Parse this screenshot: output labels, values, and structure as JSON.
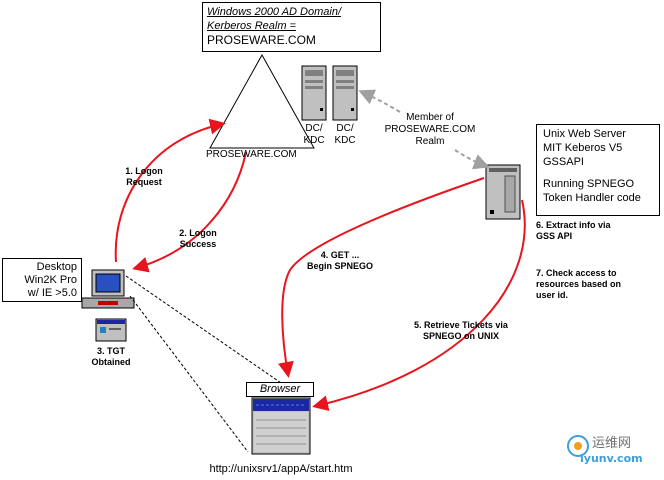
{
  "domain_box": {
    "line1": "Windows 2000 AD Domain/",
    "line2": "Kerberos Realm =",
    "line3": "PROSEWARE.COM"
  },
  "triangle_label": "PROSEWARE.COM",
  "dc1": {
    "line1": "DC/",
    "line2": "KDC"
  },
  "dc2": {
    "line1": "DC/",
    "line2": "KDC"
  },
  "member_label": {
    "line1": "Member of",
    "line2": "PROSEWARE.COM",
    "line3": "Realm"
  },
  "unix_box": {
    "line1": "Unix Web Server",
    "line2": "MIT Keberos V5",
    "line3": "GSSAPI",
    "line4": "Running SPNEGO",
    "line5": "Token Handler code"
  },
  "desktop_box": {
    "line1": "Desktop",
    "line2": "Win2K Pro",
    "line3": "w/ IE >5.0"
  },
  "steps": {
    "s1": {
      "line1": "1. Logon",
      "line2": "Request"
    },
    "s2": {
      "line1": "2. Logon",
      "line2": "Success"
    },
    "s3": {
      "line1": "3. TGT",
      "line2": "Obtained"
    },
    "s4": {
      "line1": "4. GET ...",
      "line2": "Begin SPNEGO"
    },
    "s5": {
      "line1": "5. Retrieve Tickets via",
      "line2": "SPNEGO on UNIX"
    },
    "s6": {
      "line1": "6. Extract info via",
      "line2": "GSS API"
    },
    "s7": {
      "line1": "7. Check access to",
      "line2": "resources based on",
      "line3": "user id."
    }
  },
  "browser_label": "Browser",
  "url_label": "http://unixsrv1/appA/start.htm",
  "watermark": {
    "cn": "运维网",
    "url": "iyunv.com"
  },
  "colors": {
    "arrow_red": "#e8141e",
    "dashed_gray": "#a0a0a0",
    "server_gray": "#c0c0c0",
    "browser_blue": "#1c28a0"
  }
}
